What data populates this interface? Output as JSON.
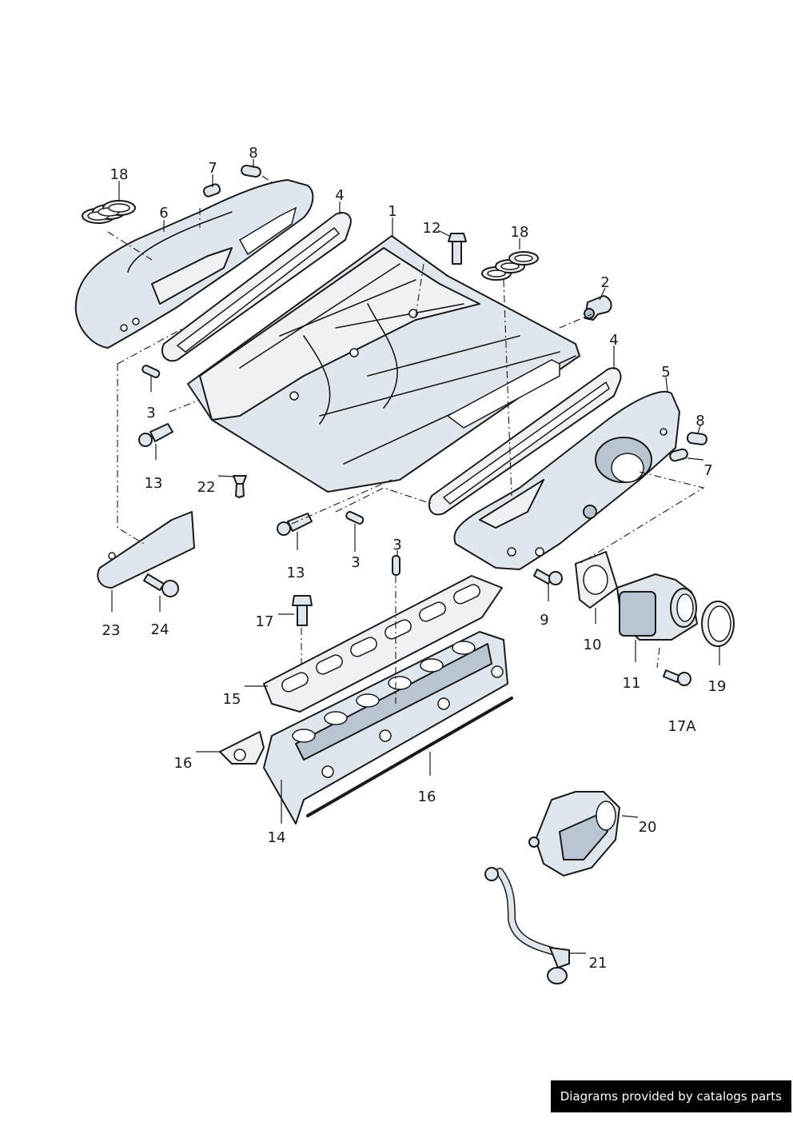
{
  "callouts": {
    "c1": "1",
    "c2": "2",
    "c3a": "3",
    "c3b": "3",
    "c3c": "3",
    "c4a": "4",
    "c4b": "4",
    "c5": "5",
    "c6": "6",
    "c7a": "7",
    "c7b": "7",
    "c8a": "8",
    "c8b": "8",
    "c9": "9",
    "c10": "10",
    "c11": "11",
    "c12": "12",
    "c13a": "13",
    "c13b": "13",
    "c14": "14",
    "c15": "15",
    "c16a": "16",
    "c16b": "16",
    "c17": "17",
    "c17a": "17A",
    "c18a": "18",
    "c18b": "18",
    "c19": "19",
    "c20": "20",
    "c21": "21",
    "c22": "22",
    "c23": "23",
    "c24": "24"
  },
  "footer": {
    "credit": "Diagrams provided by catalogs parts"
  },
  "colors": {
    "part_fill": "#dfe6ec",
    "outline": "#1a1a1a",
    "footer_bg": "#000000"
  }
}
